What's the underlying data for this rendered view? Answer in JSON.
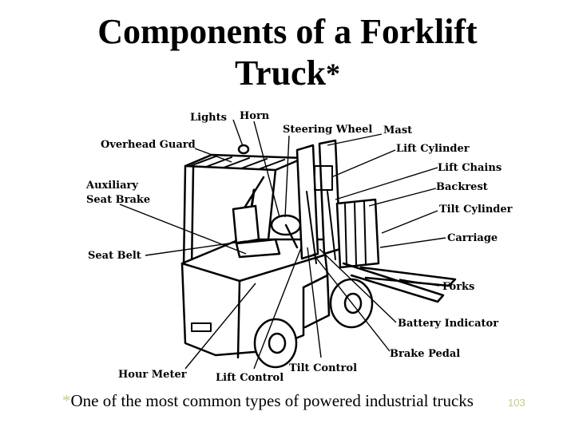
{
  "slide": {
    "title_line1": "Components of a Forklift",
    "title_line2": "Truck",
    "title_asterisk": "*",
    "footnote_marker": "*",
    "footnote_text": "One of the most common types of powered industrial trucks",
    "page_number": "103"
  },
  "labels": {
    "lights": "Lights",
    "horn": "Horn",
    "steering_wheel": "Steering Wheel",
    "mast": "Mast",
    "overhead_guard": "Overhead Guard",
    "lift_cylinder": "Lift Cylinder",
    "lift_chains": "Lift Chains",
    "auxiliary": "Auxiliary",
    "seat_brake": "Seat Brake",
    "backrest": "Backrest",
    "tilt_cylinder": "Tilt Cylinder",
    "carriage": "Carriage",
    "seat_belt": "Seat Belt",
    "forks": "Forks",
    "battery_indicator": "Battery Indicator",
    "brake_pedal": "Brake Pedal",
    "tilt_control": "Tilt Control",
    "hour_meter": "Hour Meter",
    "lift_control": "Lift Control"
  }
}
